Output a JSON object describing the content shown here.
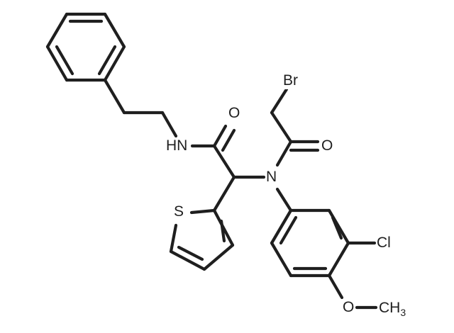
{
  "atoms": {
    "br": "Br",
    "o_amide": "O",
    "o_bromoacetyl": "O",
    "nh": "HN",
    "n": "N",
    "s": "S",
    "cl": "Cl",
    "o_methoxy": "O",
    "ch3": "CH",
    "ch3_sub": "3"
  }
}
